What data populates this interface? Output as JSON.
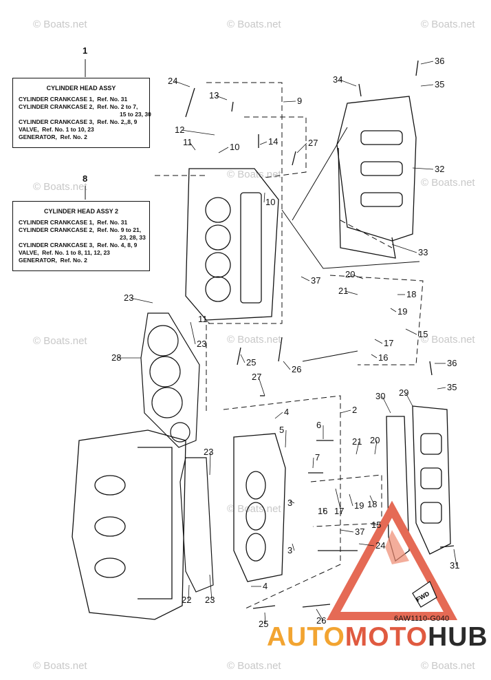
{
  "watermark": "© Boats.net",
  "diagram_code": "6AW1110-G040",
  "brand": {
    "part1": "AUTO",
    "part2": "MOTO",
    "part3": "HUB"
  },
  "fwd_label": "FWD",
  "box1": {
    "number": "1",
    "title": "CYLINDER HEAD ASSY",
    "lines": [
      "CYLINDER CRANKCASE 1,  Ref. No. 31",
      "CYLINDER CRANKCASE 2,  Ref. No. 2 to 7,",
      "15 to 23, 30",
      "CYLINDER CRANKCASE 3,  Ref. No. 2,,8, 9",
      "VALVE,  Ref. No. 1 to 10, 23",
      "GENERATOR,  Ref. No. 2"
    ]
  },
  "box2": {
    "number": "8",
    "title": "CYLINDER HEAD ASSY 2",
    "lines": [
      "CYLINDER CRANKCASE 1,  Ref. No. 31",
      "CYLINDER CRANKCASE 2,  Ref. No. 9 to 21,",
      "23, 28, 33",
      "CYLINDER CRANKCASE 3,  Ref. No. 4, 8, 9",
      "VALVE,  Ref. No. 1 to 8, 11, 12, 23",
      "GENERATOR,  Ref. No. 2"
    ]
  },
  "callouts": [
    "36",
    "35",
    "34",
    "32",
    "33",
    "24",
    "13",
    "9",
    "12",
    "11",
    "10",
    "14",
    "27",
    "10",
    "37",
    "20",
    "21",
    "18",
    "19",
    "15",
    "17",
    "16",
    "23",
    "11",
    "23",
    "28",
    "25",
    "26",
    "27",
    "4",
    "2",
    "6",
    "5",
    "7",
    "21",
    "20",
    "30",
    "29",
    "36",
    "35",
    "23",
    "3",
    "16",
    "17",
    "19",
    "18",
    "15",
    "37",
    "3",
    "24",
    "31",
    "22",
    "23",
    "4",
    "25",
    "26"
  ]
}
